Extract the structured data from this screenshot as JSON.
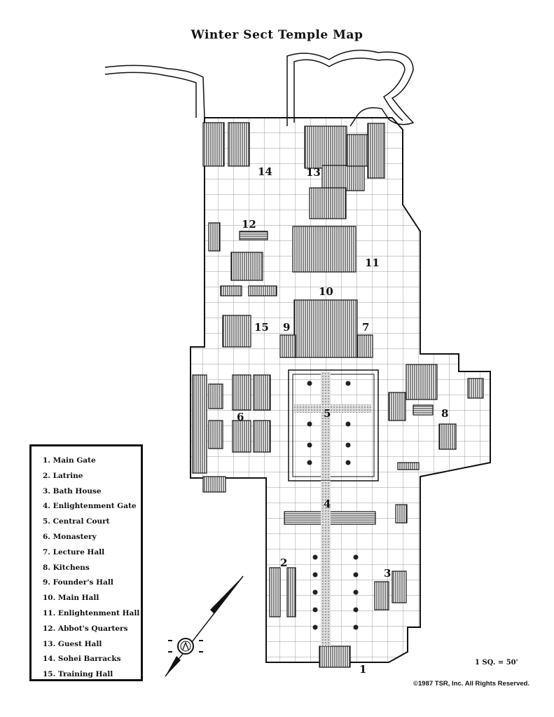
{
  "title": "Winter Sect Temple Map",
  "legend": [
    "1. Main Gate",
    "2. Latrine",
    "3. Bath House",
    "4. Enlightenment Gate",
    "5. Central Court",
    "6. Monastery",
    "7. Lecture Hall",
    "8. Kitchens",
    "9. Founder's Hall",
    "10. Main Hall",
    "11. Enlightenment Hall",
    "12. Abbot's Quarters",
    "13. Guest Hall",
    "14. Sohei Barracks",
    "15. Training Hall"
  ],
  "map_labels": {
    "l1": "1",
    "l2": "2",
    "l3": "3",
    "l4": "4",
    "l5": "5",
    "l6": "6",
    "l7": "7",
    "l8": "8",
    "l9": "9",
    "l10": "10",
    "l11": "11",
    "l12": "12",
    "l13": "13",
    "l14": "14",
    "l15": "15"
  },
  "scale": "1 SQ. = 50'",
  "copyright": "©1987 TSR, Inc. All Rights Reserved."
}
